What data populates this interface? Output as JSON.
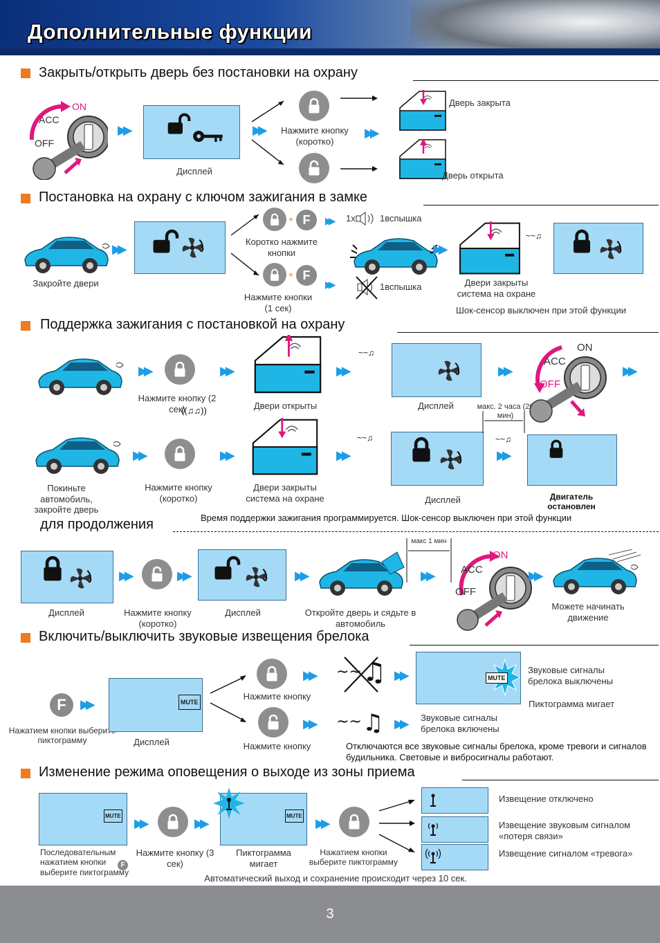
{
  "header": {
    "title": "Дополнительные функции"
  },
  "sections": {
    "s1": {
      "title": "Закрыть/открыть дверь без постановки на охрану",
      "on": "ON",
      "acc": "ACC",
      "off": "OFF",
      "display": "Дисплей",
      "press_short": "Нажмите кнопку (коротко)",
      "door_closed": "Дверь закрыта",
      "door_open": "Дверь открыта"
    },
    "s2": {
      "title": "Постановка на охрану с ключом зажигания в замке",
      "close_doors": "Закройте двери",
      "short_press": "Коротко нажмите кнопки",
      "press_1s": "Нажмите кнопки (1 сек)",
      "one_x": "1x",
      "flash1": "1вспышка",
      "flash2": "1вспышка",
      "doors_closed": "Двери закрыты система на охране",
      "shock_note": "Шок-сенсор выключен при этой функции",
      "f_label": "F"
    },
    "s3": {
      "title": "Поддержка зажигания с постановкой на охрану",
      "press_2s": "Нажмите кнопку (2 сек)",
      "doors_open": "Двери открыты",
      "display": "Дисплей",
      "max_2h": "макс. 2 часа (20 мин)",
      "on": "ON",
      "acc": "ACC",
      "off": "OFF",
      "leave_car": "Покиньте автомобиль, закройте дверь",
      "press_short": "Нажмите кнопку (коротко)",
      "doors_closed": "Двери закрыты система на охране",
      "display2": "Дисплей",
      "engine_stopped": "Двигатель остановлен",
      "note": "Время поддержки зажигания программируется. Шок-сенсор выключен при  этой функции"
    },
    "s4": {
      "title": "для продолжения",
      "display1": "Дисплей",
      "press_short": "Нажмите кнопку (коротко)",
      "display2": "Дисплей",
      "open_door": "Откройте дверь и сядьте в автомобиль",
      "max_1min": "макс 1 мин",
      "on": "ON",
      "acc": "ACC",
      "off": "OFF",
      "can_drive": "Можете начинать движение"
    },
    "s5": {
      "title": "Включить/выключить звуковые извещения брелока",
      "f_label": "F",
      "select_icon": "Нажатием кнопки выберите пиктограмму",
      "display": "Дисплей",
      "mute": "MUTE",
      "press1": "Нажмите кнопку",
      "press2": "Нажмите кнопку",
      "sounds_off": "Звуковые сигналы брелока выключены",
      "icon_blinks": "Пиктограмма мигает",
      "sounds_on": "Звуковые сигналы брелока включены",
      "note": "Отключаются все звуковые сигналы брелока, кроме тревоги и сигналов будильника. Световые и вибросигналы работают."
    },
    "s6": {
      "title": "Изменение режима оповещения о выходе из зоны приема",
      "mute": "MUTE",
      "sequential": "Последовательным нажатием кнопки выберите пиктограмму",
      "f_label": "F",
      "press_3s": "Нажмите кнопку (3 сек)",
      "icon_blinks": "Пиктограмма мигает",
      "select_icon": "Нажатием кнопки выберите пиктограмму",
      "notify_off": "Извещение отключено",
      "notify_sound": "Извещение звуковым сигналом «потеря связи»",
      "notify_alarm": "Извещение сигналом «тревога»",
      "auto_exit": "Автоматический выход и сохранение происходит через 10 сек."
    }
  },
  "footer": {
    "page_number": "3"
  },
  "colors": {
    "accent_orange": "#f07a1e",
    "lcd_blue": "#a5daf7",
    "car_cyan": "#1fb6e6",
    "magenta": "#e0177f",
    "header_blue": "#0a2f7a"
  }
}
